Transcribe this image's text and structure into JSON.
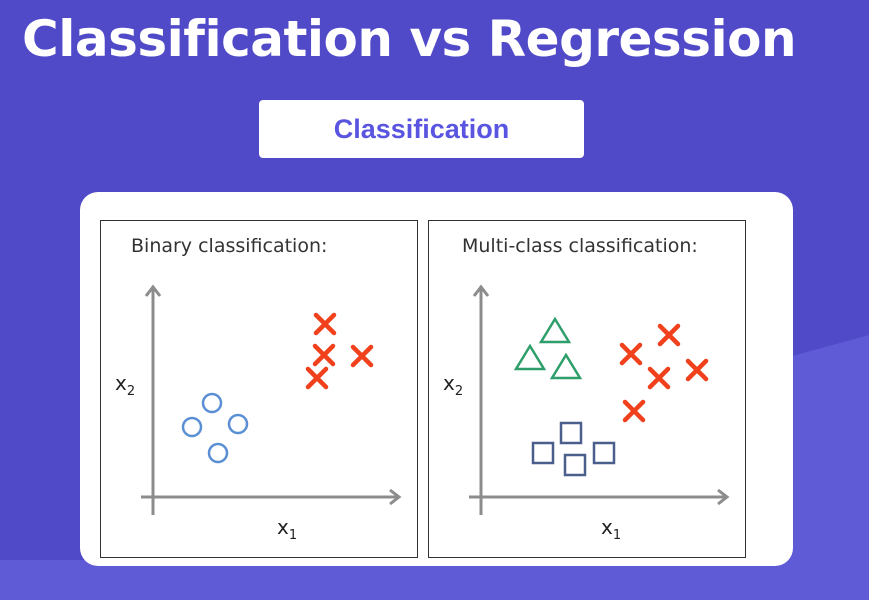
{
  "header": {
    "title": "Classification vs Regression",
    "tab_label": "Classification"
  },
  "colors": {
    "background": "#5049c8",
    "background_light": "#5f5bd6",
    "accent": "#5a55e0",
    "cross": "#f0401c",
    "circle": "#5b8fd4",
    "triangle": "#2e9e6a",
    "square": "#4a5f8c",
    "axis": "#8c8c8c"
  },
  "chart_data": [
    {
      "type": "scatter",
      "title": "Binary classification:",
      "xlabel": "x",
      "xlabel_sub": "1",
      "ylabel": "x",
      "ylabel_sub": "2",
      "xlim": [
        0,
        10
      ],
      "ylim": [
        0,
        8.5
      ],
      "grid": false,
      "series": [
        {
          "name": "circle",
          "marker": "circle",
          "points": [
            [
              2.36,
              3.76
            ],
            [
              1.56,
              2.8
            ],
            [
              3.4,
              2.92
            ],
            [
              2.6,
              1.76
            ]
          ]
        },
        {
          "name": "cross",
          "marker": "cross",
          "points": [
            [
              6.88,
              6.92
            ],
            [
              6.84,
              5.68
            ],
            [
              8.36,
              5.64
            ],
            [
              6.56,
              4.76
            ]
          ]
        }
      ]
    },
    {
      "type": "scatter",
      "title": "Multi-class classification:",
      "xlabel": "x",
      "xlabel_sub": "1",
      "ylabel": "x",
      "ylabel_sub": "2",
      "xlim": [
        0,
        10
      ],
      "ylim": [
        0,
        8.5
      ],
      "grid": false,
      "series": [
        {
          "name": "triangle",
          "marker": "triangle",
          "points": [
            [
              2.96,
              6.64
            ],
            [
              1.96,
              5.56
            ],
            [
              3.4,
              5.2
            ]
          ]
        },
        {
          "name": "square",
          "marker": "square",
          "points": [
            [
              3.6,
              2.56
            ],
            [
              2.48,
              1.76
            ],
            [
              3.76,
              1.28
            ],
            [
              4.92,
              1.76
            ]
          ]
        },
        {
          "name": "cross",
          "marker": "cross",
          "points": [
            [
              6.0,
              5.72
            ],
            [
              7.52,
              6.48
            ],
            [
              7.12,
              4.76
            ],
            [
              8.64,
              5.08
            ],
            [
              6.12,
              3.44
            ]
          ]
        }
      ]
    }
  ]
}
